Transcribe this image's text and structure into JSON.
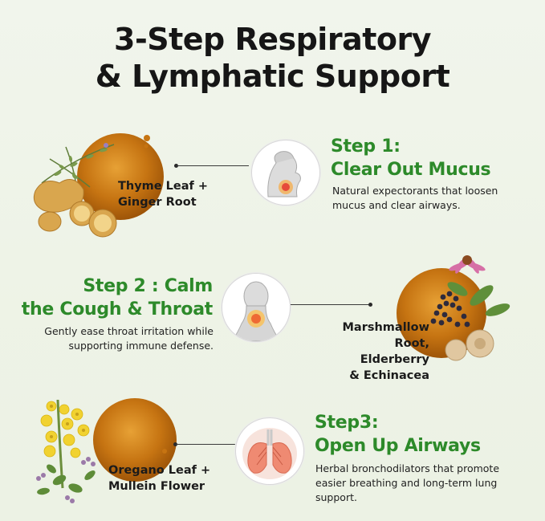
{
  "heading": {
    "line1": "3-Step Respiratory",
    "line2": "& Lymphatic Support"
  },
  "steps": [
    {
      "title_line1": "Step 1:",
      "title_line2": "Clear Out Mucus",
      "desc_line1": "Natural expectorants that loosen",
      "desc_line2": "mucus and clear airways.",
      "ingredient_line1": "Thyme Leaf +",
      "ingredient_line2": "Ginger Root",
      "icon": "throat-mucus-icon"
    },
    {
      "title_line1": "Step 2 : Calm",
      "title_line2": "the Cough & Throat",
      "desc_line1": "Gently ease throat irritation while",
      "desc_line2": "supporting immune defense.",
      "ingredient_line1": "Marshmallow",
      "ingredient_line2": "Root, Elderberry",
      "ingredient_line3": "& Echinacea",
      "icon": "throat-soothe-icon"
    },
    {
      "title_line1": "Step3:",
      "title_line2": "Open Up Airways",
      "desc_line1": "Herbal bronchodilators that promote",
      "desc_line2": "easier breathing and long-term lung",
      "desc_line3": "support.",
      "ingredient_line1": "Oregano Leaf +",
      "ingredient_line2": "Mullein Flower",
      "icon": "lungs-icon"
    }
  ],
  "colors": {
    "accent": "#2d8a2a",
    "honey": "#c7760f",
    "background": "#eef3e7"
  }
}
